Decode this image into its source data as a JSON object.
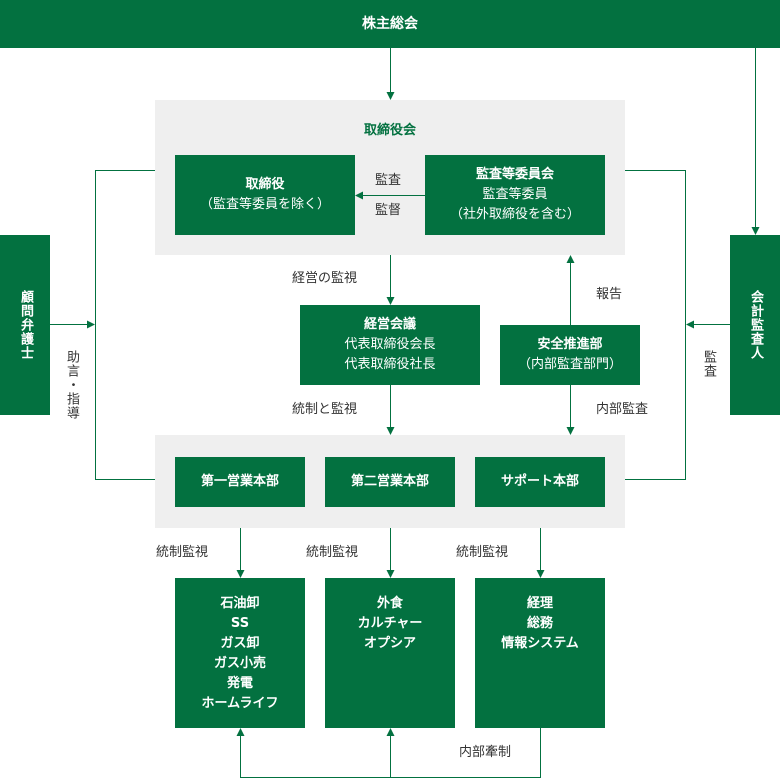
{
  "colors": {
    "accent": "#037140",
    "panel": "#efefef",
    "line": "#037140",
    "text": "#333333"
  },
  "shareholders": "株主総会",
  "board": {
    "title": "取締役会",
    "directors": [
      "取締役",
      "（監査等委員を除く）"
    ],
    "audit_committee": [
      "監査等委員会",
      "監査等委員",
      "（社外取締役を含む）"
    ],
    "audit_label": "監査",
    "supervision_label": "監督"
  },
  "management_meeting": [
    "経営会議",
    "代表取締役会長",
    "代表取締役社長"
  ],
  "safety_dept": [
    "安全推進部",
    "（内部監査部門）"
  ],
  "lawyer": "顧問弁護士",
  "accounting_auditor": "会計監査人",
  "divisions": [
    "第一営業本部",
    "第二営業本部",
    "サポート本部"
  ],
  "businesses": [
    [
      "石油卸",
      "SS",
      "ガス卸",
      "ガス小売",
      "発電",
      "ホームライフ"
    ],
    [
      "外食",
      "カルチャー",
      "オプシア"
    ],
    [
      "経理",
      "総務",
      "情報システム"
    ]
  ],
  "labels": {
    "management_oversight": "経営の監視",
    "control_oversight": "統制と監視",
    "report": "報告",
    "internal_audit": "内部監査",
    "advice": "助言・指導",
    "audit": "監査",
    "control_monitoring": "統制監視",
    "internal_check": "内部牽制"
  }
}
